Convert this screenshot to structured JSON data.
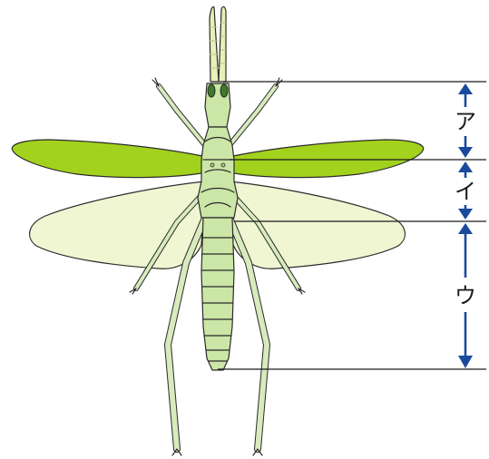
{
  "segments": [
    {
      "key": "head",
      "label": "ア"
    },
    {
      "key": "thorax",
      "label": "イ"
    },
    {
      "key": "abdomen",
      "label": "ウ"
    }
  ],
  "colors": {
    "forewing": "#a3d21e",
    "hindwing": "#f0f6d2",
    "body": "#cbe6a6",
    "body_dark": "#a9cf7f",
    "antenna": "#e7f0b6",
    "eye": "#3d7a2a",
    "arrow": "#1a4a9c",
    "line": "#1a1a1a"
  }
}
